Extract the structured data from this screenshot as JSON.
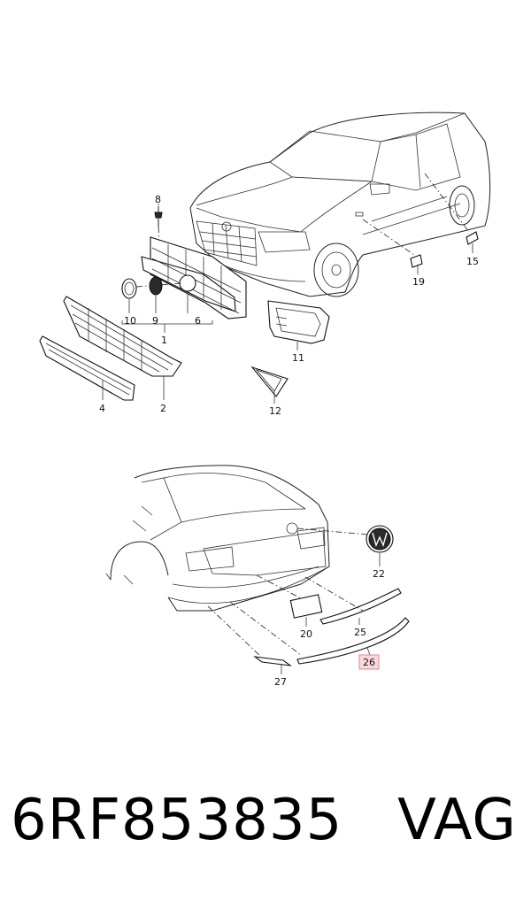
{
  "callouts": {
    "c1": "1",
    "c2": "2",
    "c4": "4",
    "c6": "6",
    "c8": "8",
    "c9": "9",
    "c10": "10",
    "c11": "11",
    "c12": "12",
    "c15": "15",
    "c19": "19",
    "c20": "20",
    "c22": "22",
    "c25": "25",
    "c26": "26",
    "c27": "27"
  },
  "highlighted_callout": "26",
  "colors": {
    "highlight_fill": "#f8d8dc",
    "highlight_stroke": "#e28a95"
  },
  "footer": {
    "part_number": "6RF853835",
    "brand": "VAG"
  }
}
